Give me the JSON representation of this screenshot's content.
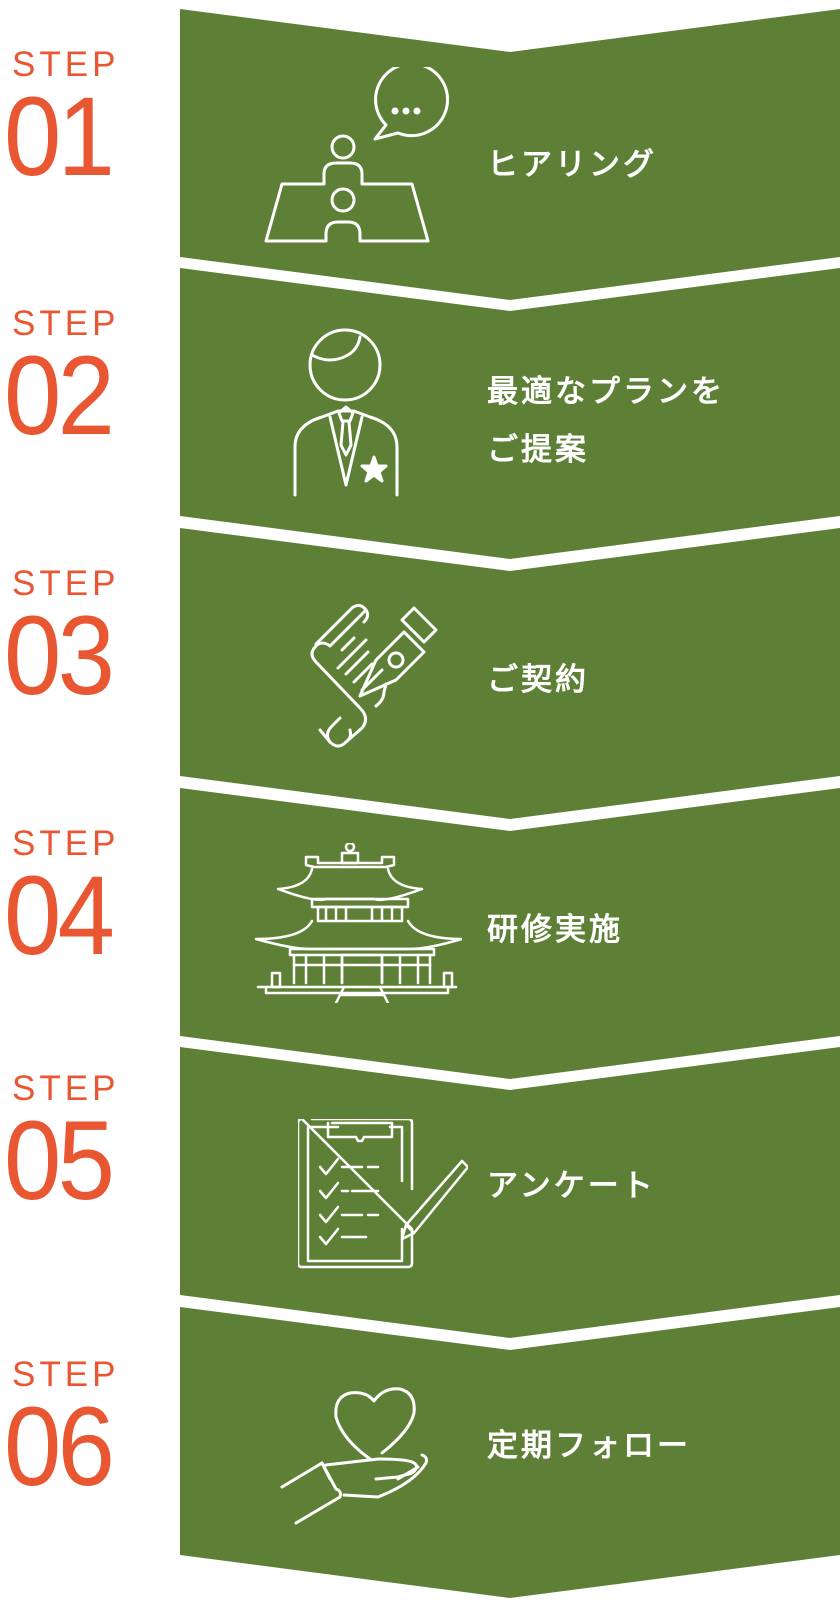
{
  "colors": {
    "accent": "#E85632",
    "block_green": "#5E8036",
    "background": "#FFFFFF",
    "icon_stroke": "#FFFFFF"
  },
  "steps": [
    {
      "label": "STEP",
      "number": "01",
      "title": "ヒアリング",
      "icon": "hearing-consultation-icon"
    },
    {
      "label": "STEP",
      "number": "02",
      "title": "最適なプランを\nご提案",
      "icon": "consultant-person-icon"
    },
    {
      "label": "STEP",
      "number": "03",
      "title": "ご契約",
      "icon": "contract-pen-icon"
    },
    {
      "label": "STEP",
      "number": "04",
      "title": "研修実施",
      "icon": "training-hall-icon"
    },
    {
      "label": "STEP",
      "number": "05",
      "title": "アンケート",
      "icon": "survey-clipboard-icon"
    },
    {
      "label": "STEP",
      "number": "06",
      "title": "定期フォロー",
      "icon": "heart-hand-icon"
    }
  ]
}
